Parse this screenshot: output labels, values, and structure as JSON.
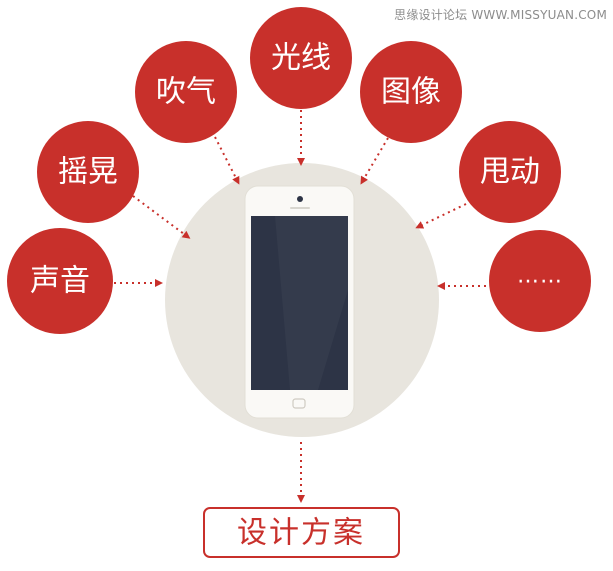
{
  "watermark": "思缘设计论坛 WWW.MISSYUAN.COM",
  "inputs": [
    {
      "label": "声音"
    },
    {
      "label": "摇晃"
    },
    {
      "label": "吹气"
    },
    {
      "label": "光线"
    },
    {
      "label": "图像"
    },
    {
      "label": "甩动"
    },
    {
      "label": "……"
    }
  ],
  "outcome": {
    "label": "设计方案"
  },
  "colors": {
    "accent": "#c8302b",
    "hub": "#e8e5de",
    "phone_body": "#faf9f6",
    "phone_screen": "#2d3446"
  }
}
